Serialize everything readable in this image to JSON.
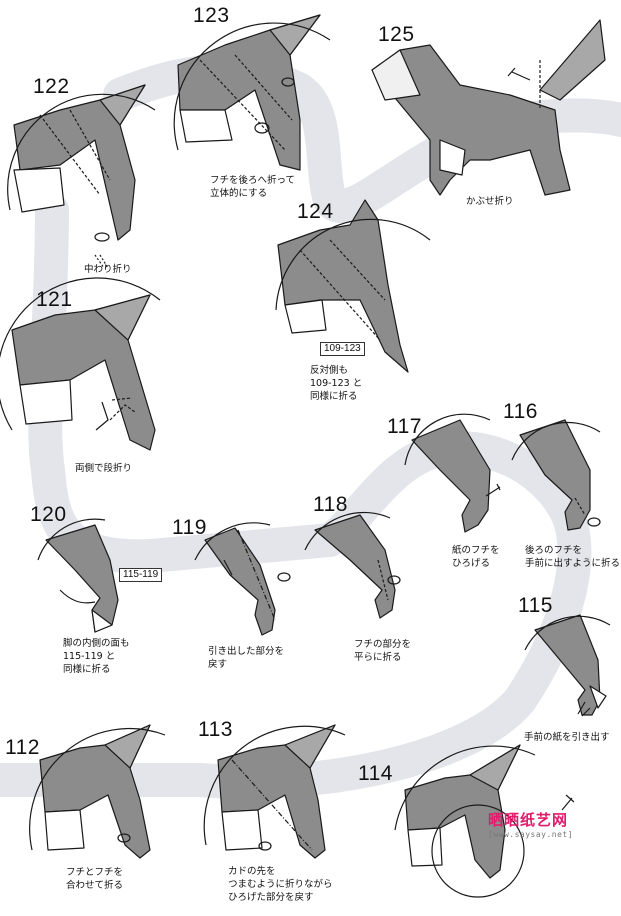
{
  "steps": [
    {
      "number": "122",
      "caption": "中わり折り"
    },
    {
      "number": "123",
      "caption": "フチを後ろへ折って\n立体的にする"
    },
    {
      "number": "124",
      "caption": "反対側も\n109-123 と\n同様に折る",
      "ref": "109-123"
    },
    {
      "number": "125",
      "caption": "かぶせ折り"
    },
    {
      "number": "121",
      "caption": "両側で段折り"
    },
    {
      "number": "117",
      "caption": "紙のフチを\nひろげる"
    },
    {
      "number": "116",
      "caption": "後ろのフチを\n手前に出すように折る"
    },
    {
      "number": "120",
      "caption": "脚の内側の面も\n115-119 と\n同様に折る",
      "ref": "115-119"
    },
    {
      "number": "119",
      "caption": "引き出した部分を\n戻す"
    },
    {
      "number": "118",
      "caption": "フチの部分を\n平らに折る"
    },
    {
      "number": "115",
      "caption": "手前の紙を引き出す"
    },
    {
      "number": "112",
      "caption": "フチとフチを\n合わせて折る"
    },
    {
      "number": "113",
      "caption": "カドの先を\nつまむように折りながら\nひろげた部分を戻す"
    },
    {
      "number": "114",
      "caption": ""
    }
  ],
  "watermark": {
    "title": "晒晒纸艺网",
    "url": "[www.saysay.net]"
  },
  "colors": {
    "paper_grey": "#8c8c8c",
    "path_band": "#e4e5ea",
    "line": "#1a1a1a",
    "brand": "#e21a6b"
  }
}
